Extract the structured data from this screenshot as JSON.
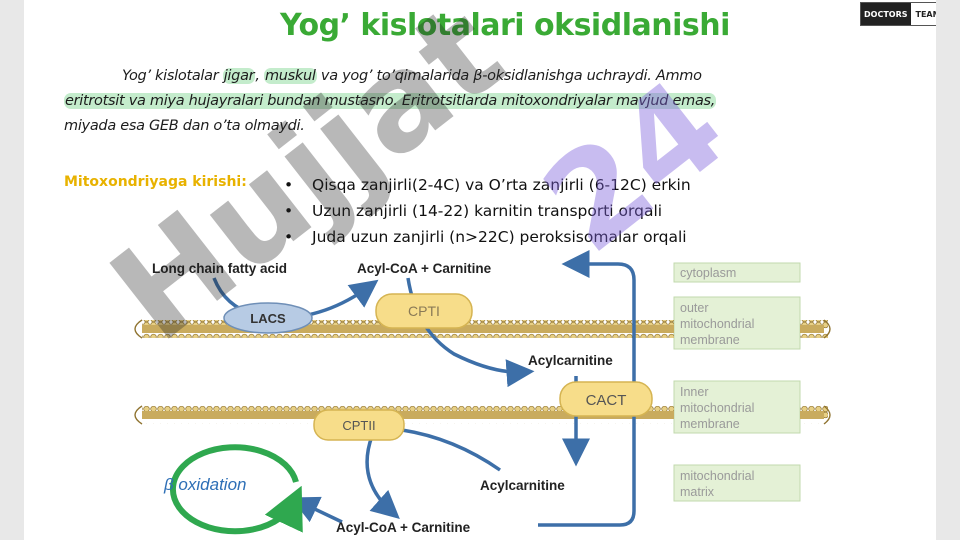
{
  "title": "Yog’ kislotalari oksidlanishi",
  "logo": {
    "left": "DOCTORS",
    "right": "TEAM"
  },
  "paragraph": {
    "p1": "Yog’ kislotalar ",
    "p2": "jigar",
    "p3": ", ",
    "p4": "muskul",
    "p5": " va yog’ to’qimalarida ",
    "p6": "β-oksidlanishga uchraydi. Ammo",
    "p7": "eritrotsit va miya hujayralari bundan mustasno. Eritrotsitlarda mitoxondriyalar mavjud emas,",
    "p8": "miyada esa GEB dan o’ta olmaydi."
  },
  "entry_label": "Mitoxondriyaga kirishi:",
  "bullets": [
    "Qisqa zanjirli(2-4C) va O’rta zanjirli (6-12C) erkin",
    "Uzun zanjirli (14-22) karnitin transporti orqali",
    "Juda uzun zanjirli (n>22C) peroksisomalar orqali"
  ],
  "diagram": {
    "long_chain_fatty_acid": "Long chain fatty acid",
    "acyl_coa_carnitine_top": "Acyl-CoA  + Carnitine",
    "lacs": "LACS",
    "cpt1": "CPTI",
    "acylcarnitine_mid": "Acylcarnitine",
    "cact": "CACT",
    "cpt2": "CPTII",
    "beta_oxidation": "β  oxidation",
    "acylcarnitine_matrix": "Acylcarnitine",
    "acyl_coa_carnitine_bottom": "Acyl-CoA  +  Carnitine",
    "side_labels": {
      "cytoplasm": "cytoplasm",
      "outer1": "outer",
      "outer2": "mitochondrial",
      "outer3": "membrane",
      "inner1": "Inner",
      "inner2": "mitochondrial",
      "inner3": "membrane",
      "matrix1": "mitochondrial",
      "matrix2": "matrix"
    }
  },
  "watermark": {
    "text": "Hujjat",
    "number": "24"
  },
  "colors": {
    "title_green": "#3aaa35",
    "label_gold": "#e8b200",
    "arrow_blue": "#3d6fa8",
    "cycle_green": "#2fa84f",
    "enzyme_yellow": "#f7dd8a",
    "lacs_blue": "#b7cbe4",
    "membrane_tan": "#c9ab5e",
    "side_panel_green": "#e4f1d6"
  }
}
